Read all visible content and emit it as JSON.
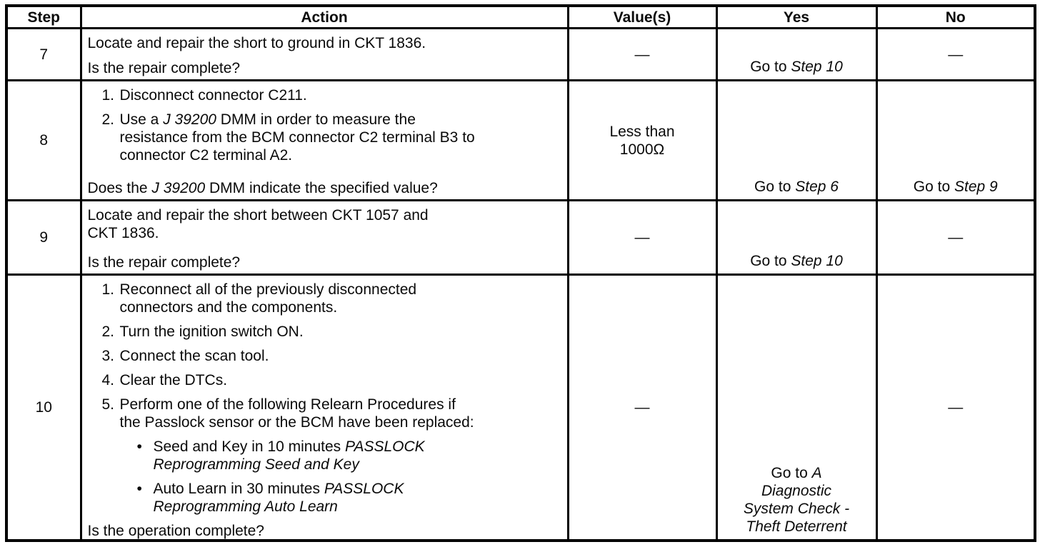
{
  "table": {
    "headers": {
      "step": "Step",
      "action": "Action",
      "values": "Value(s)",
      "yes": "Yes",
      "no": "No"
    },
    "rows": [
      {
        "step": "7",
        "line1": "Locate and repair the short to ground in CKT 1836.",
        "question": "Is the repair complete?",
        "value": "—",
        "yes_prefix": "Go to ",
        "yes_target": "Step 10",
        "no": "—"
      },
      {
        "step": "8",
        "item1_num": "1.",
        "item1": "Disconnect connector C211.",
        "item2_num": "2.",
        "item2_line1_pre": "Use a ",
        "item2_line1_em": "J 39200",
        "item2_line1_post": " DMM in order to measure the",
        "item2_line2": "resistance from the BCM connector C2 terminal B3 to",
        "item2_line3": "connector C2 terminal A2.",
        "question_pre": "Does the ",
        "question_em": "J 39200",
        "question_post": " DMM indicate the specified value?",
        "value": "Less than 1000Ω",
        "yes_prefix": "Go to ",
        "yes_target": "Step 6",
        "no_prefix": "Go to ",
        "no_target": "Step 9"
      },
      {
        "step": "9",
        "line1": "Locate and repair the short between CKT 1057 and",
        "line2": "CKT 1836.",
        "question": "Is the repair complete?",
        "value": "—",
        "yes_prefix": "Go to ",
        "yes_target": "Step 10",
        "no": "—"
      },
      {
        "step": "10",
        "items": [
          {
            "num": "1.",
            "line1": "Reconnect all of the previously disconnected",
            "line2": "connectors and the components."
          },
          {
            "num": "2.",
            "line1": "Turn the ignition switch ON."
          },
          {
            "num": "3.",
            "line1": "Connect the scan tool."
          },
          {
            "num": "4.",
            "line1": "Clear the DTCs."
          },
          {
            "num": "5.",
            "line1": "Perform one of the following Relearn Procedures if",
            "line2": "the Passlock sensor or the BCM have been replaced:"
          }
        ],
        "bullets": [
          {
            "glyph": "•",
            "pre": "Seed and Key in 10 minutes ",
            "em1": "PASSLOCK",
            "em2": "Reprogramming Seed and Key"
          },
          {
            "glyph": "•",
            "pre": "Auto Learn in 30 minutes ",
            "em1": "PASSLOCK",
            "em2": "Reprogramming Auto Learn"
          }
        ],
        "question": "Is the operation complete?",
        "value": "—",
        "yes_prefix": "Go to ",
        "yes_target": "A Diagnostic System Check - Theft Deterrent",
        "no": "—"
      }
    ]
  }
}
